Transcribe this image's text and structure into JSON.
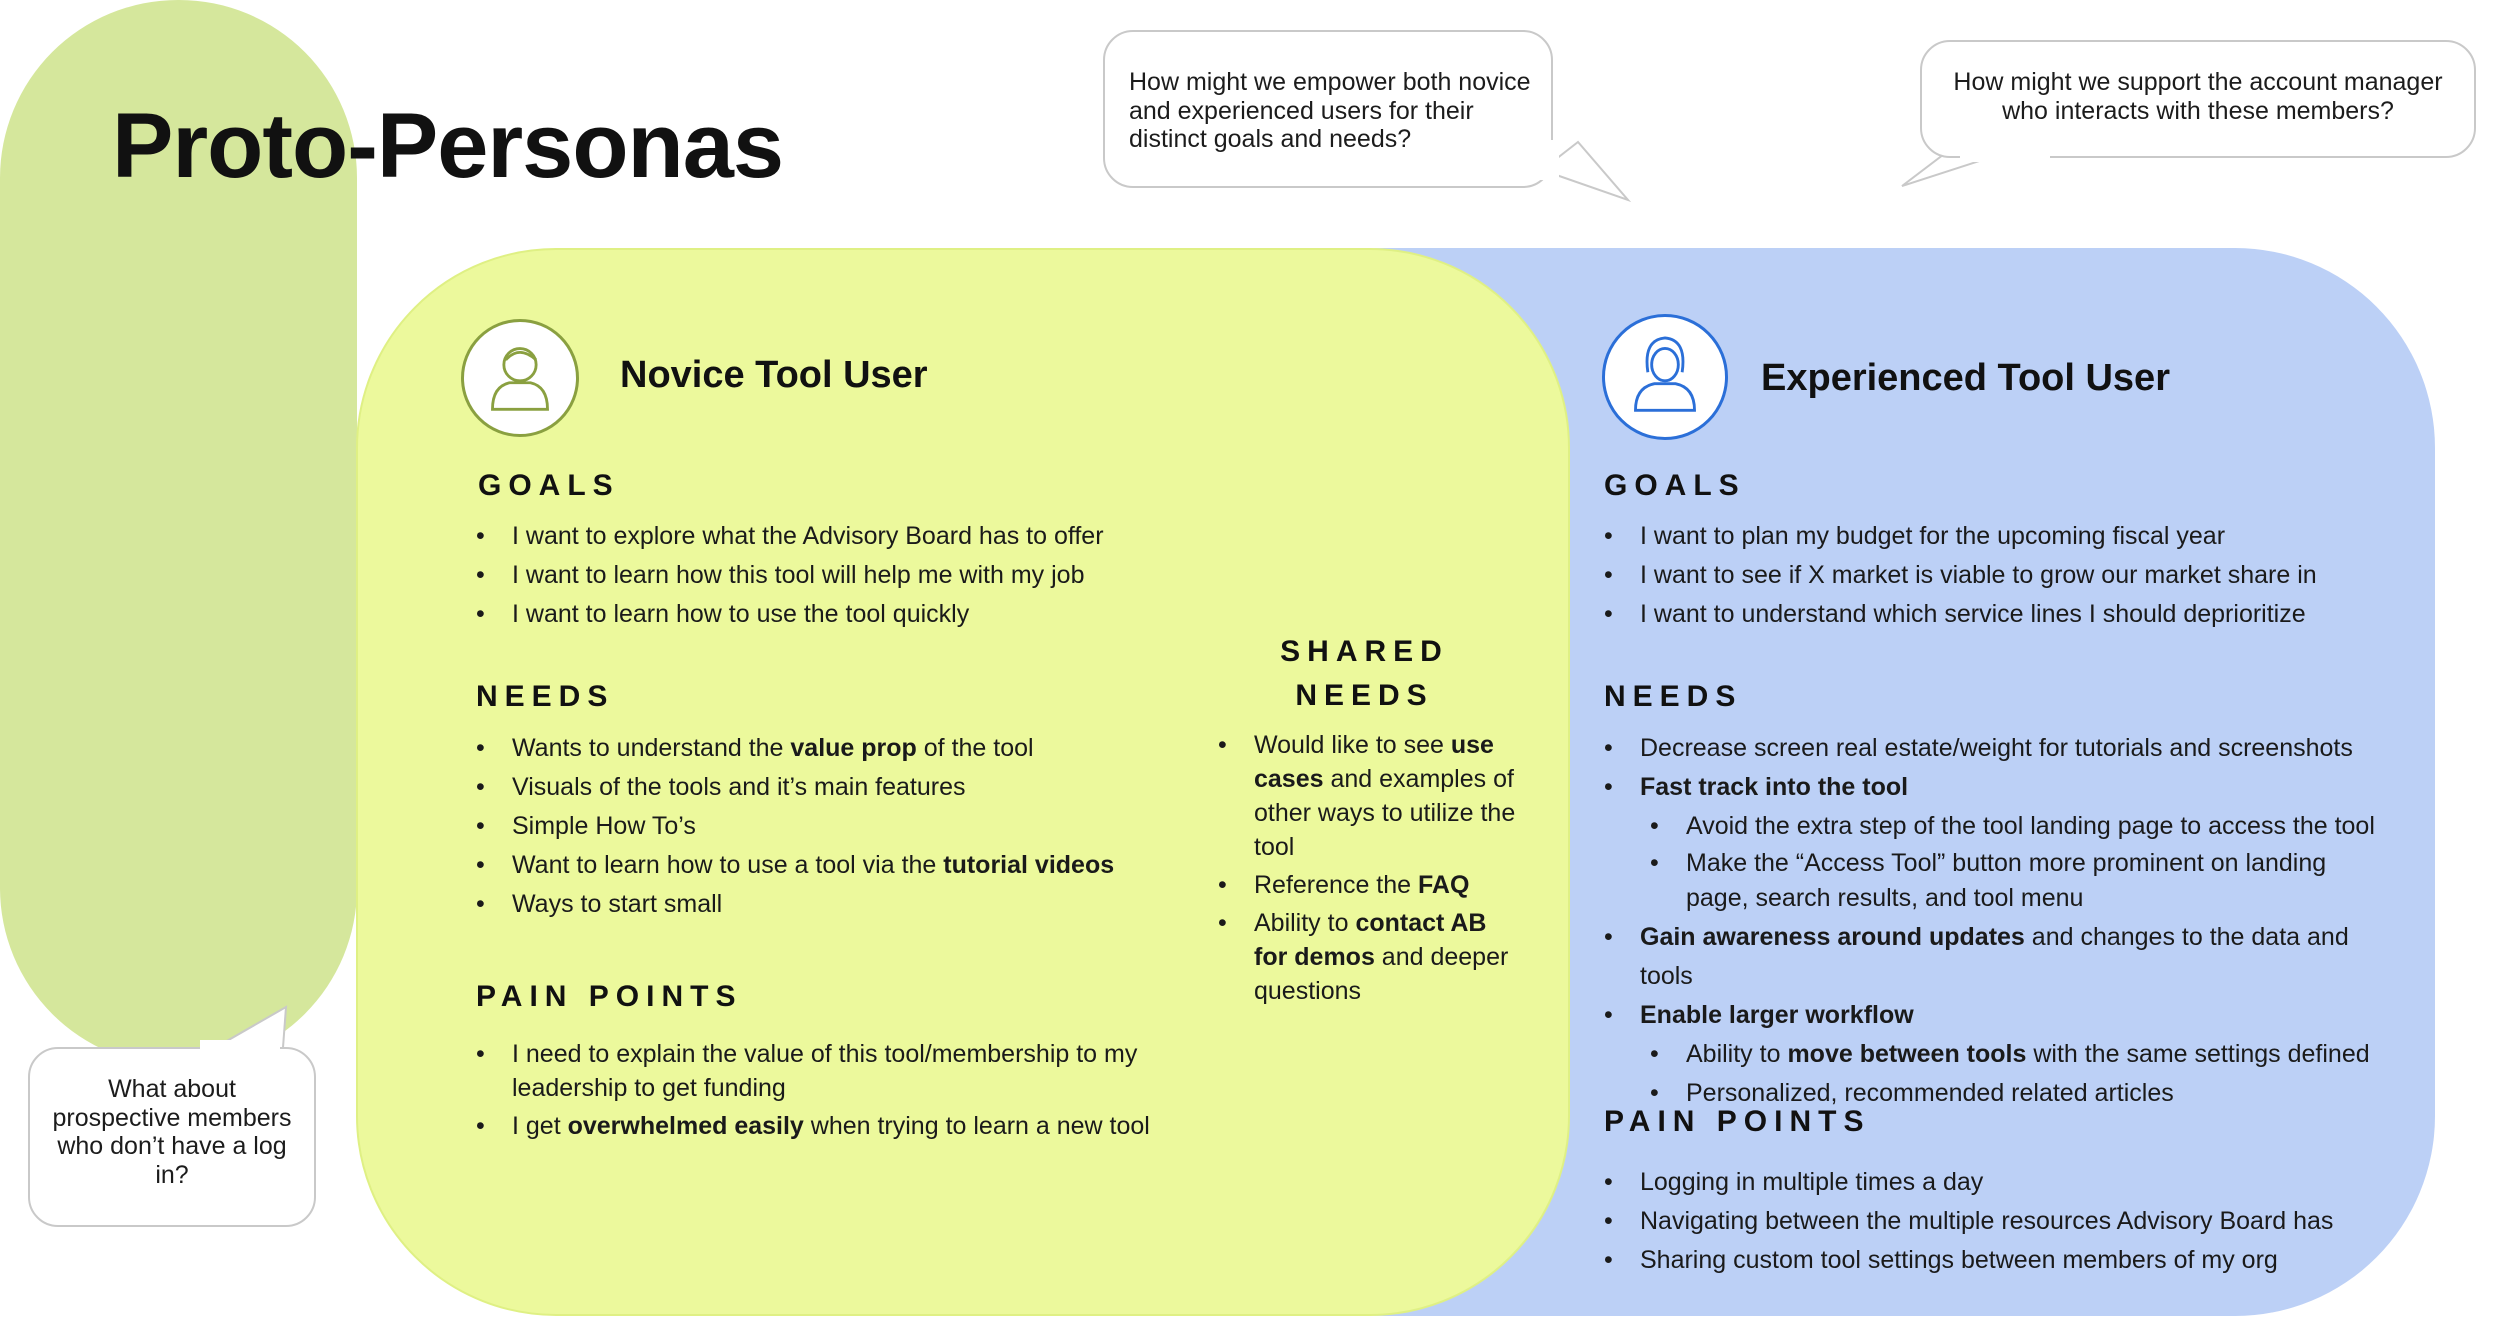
{
  "title": "Proto-Personas",
  "bubbles": {
    "top_center": "How might we empower both novice and experienced users for their distinct goals and needs?",
    "top_right": "How might we support the account manager who interacts with these members?",
    "bottom_left": "What about prospective members who don’t have a log in?"
  },
  "novice": {
    "name": "Novice Tool User",
    "goals_heading": "GOALS",
    "goals": [
      "I want to explore what the Advisory Board has to offer",
      "I want to learn how this tool will help me with my job",
      "I want to learn how to use the tool quickly"
    ],
    "needs_heading": "NEEDS",
    "needs": [
      {
        "pre": "Wants to understand the ",
        "bold": "value prop",
        "post": " of the tool"
      },
      {
        "pre": "Visuals of the tools and it’s main features",
        "bold": "",
        "post": ""
      },
      {
        "pre": "Simple How To’s",
        "bold": "",
        "post": ""
      },
      {
        "pre": "Want to learn how to use a tool via the ",
        "bold": "tutorial videos",
        "post": ""
      },
      {
        "pre": "Ways to start small",
        "bold": "",
        "post": ""
      }
    ],
    "pain_heading": "PAIN POINTS",
    "pain_points": [
      {
        "pre": "I need to explain the value of this tool/membership to my leadership to get funding",
        "bold": "",
        "post": ""
      },
      {
        "pre": "I get ",
        "bold": "overwhelmed easily",
        "post": " when trying to learn a new tool"
      }
    ]
  },
  "shared": {
    "heading_line1": "SHARED",
    "heading_line2": "NEEDS",
    "needs": [
      {
        "pre": "Would like to see ",
        "bold": "use cases",
        "post": " and examples of other ways to utilize the tool"
      },
      {
        "pre": "Reference the ",
        "bold": "FAQ",
        "post": ""
      },
      {
        "pre": "Ability to ",
        "bold": "contact AB for demos",
        "post": " and deeper questions"
      }
    ]
  },
  "experienced": {
    "name": "Experienced Tool User",
    "goals_heading": "GOALS",
    "goals": [
      "I want to plan my budget for the upcoming fiscal year",
      "I want to see if X market is viable to grow our market share in",
      "I want to understand which service lines I should deprioritize"
    ],
    "needs_heading": "NEEDS",
    "needs": [
      {
        "pre": "Decrease screen real estate/weight for tutorials and screenshots",
        "bold": "",
        "post": "",
        "sub": false
      },
      {
        "pre": "",
        "bold": "Fast track into the tool",
        "post": "",
        "sub": false
      },
      {
        "pre": "Avoid the extra step of the tool landing page to access the tool",
        "bold": "",
        "post": "",
        "sub": true
      },
      {
        "pre": "Make the “Access Tool” button more prominent on landing page, search results, and tool menu",
        "bold": "",
        "post": "",
        "sub": true
      },
      {
        "pre": "",
        "bold": "Gain awareness around updates",
        "post": " and changes to the data and tools",
        "sub": false
      },
      {
        "pre": "",
        "bold": "Enable larger workflow",
        "post": "",
        "sub": false
      },
      {
        "pre": "Ability to ",
        "bold": "move between tools",
        "post": " with the same settings defined",
        "sub": true
      },
      {
        "pre": "Personalized, recommended related articles",
        "bold": "",
        "post": "",
        "sub": true
      }
    ],
    "pain_heading": "PAIN POINTS",
    "pain_points": [
      "Logging in multiple times a day",
      "Navigating between the multiple resources Advisory Board has",
      "Sharing custom tool settings between members of my org"
    ]
  }
}
